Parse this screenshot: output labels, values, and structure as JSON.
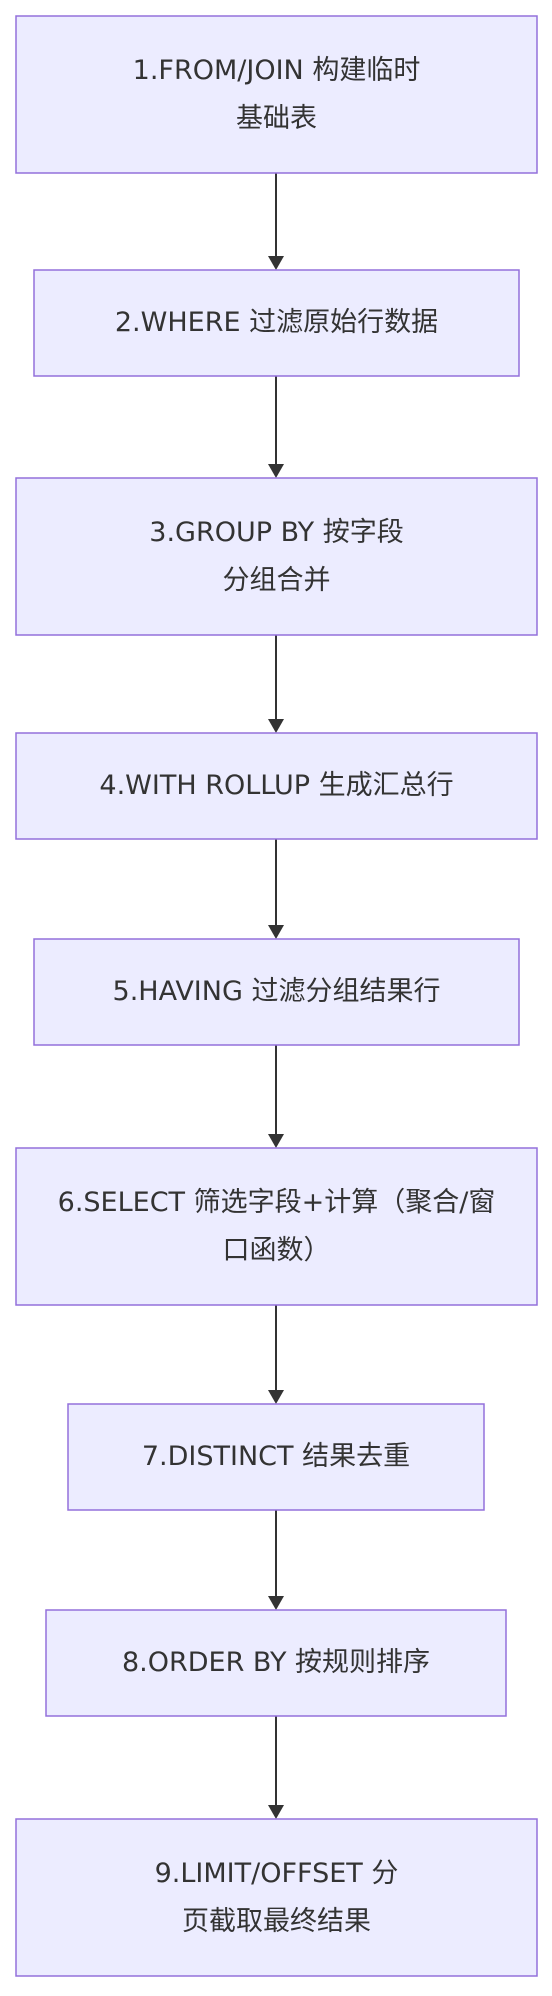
{
  "diagram": {
    "type": "flowchart",
    "direction": "top-to-bottom",
    "colors": {
      "node_fill": "#ececff",
      "node_border": "#9370db",
      "edge": "#333333",
      "text": "#333333"
    },
    "nodes": [
      {
        "id": "step-1",
        "label": "1.FROM/JOIN 构建临时基础表"
      },
      {
        "id": "step-2",
        "label": "2.WHERE 过滤原始行数据"
      },
      {
        "id": "step-3",
        "label": "3.GROUP BY 按字段分组合并"
      },
      {
        "id": "step-4",
        "label": "4.WITH ROLLUP 生成汇总行"
      },
      {
        "id": "step-5",
        "label": "5.HAVING 过滤分组结果行"
      },
      {
        "id": "step-6",
        "label": "6.SELECT 筛选字段+计算（聚合/窗口函数）"
      },
      {
        "id": "step-7",
        "label": "7.DISTINCT 结果去重"
      },
      {
        "id": "step-8",
        "label": "8.ORDER BY 按规则排序"
      },
      {
        "id": "step-9",
        "label": "9.LIMIT/OFFSET 分页截取最终结果"
      }
    ],
    "edges": [
      {
        "from": "step-1",
        "to": "step-2"
      },
      {
        "from": "step-2",
        "to": "step-3"
      },
      {
        "from": "step-3",
        "to": "step-4"
      },
      {
        "from": "step-4",
        "to": "step-5"
      },
      {
        "from": "step-5",
        "to": "step-6"
      },
      {
        "from": "step-6",
        "to": "step-7"
      },
      {
        "from": "step-7",
        "to": "step-8"
      },
      {
        "from": "step-8",
        "to": "step-9"
      }
    ]
  }
}
